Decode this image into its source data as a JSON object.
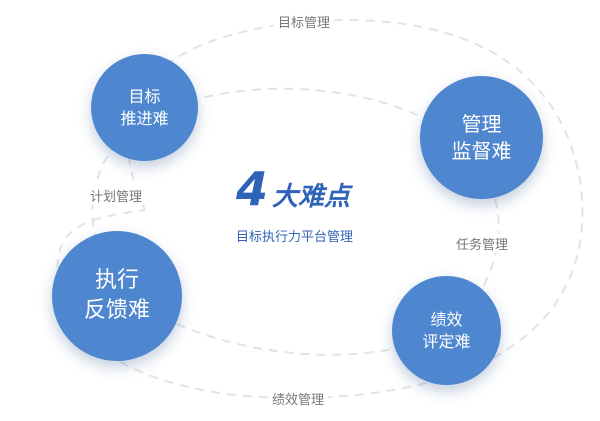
{
  "nodes": {
    "goal": {
      "line1": "目标",
      "line2": "推进难"
    },
    "management": {
      "line1": "管理",
      "line2": "监督难"
    },
    "execution": {
      "line1": "执行",
      "line2": "反馈难"
    },
    "performance": {
      "line1": "绩效",
      "line2": "评定难"
    }
  },
  "edges": {
    "top": "目标管理",
    "left": "计划管理",
    "right": "任务管理",
    "bottom": "绩效管理"
  },
  "center": {
    "number": "4",
    "title": "大难点",
    "subtitle": "目标执行力平台管理"
  },
  "colors": {
    "circle": "#4e86cf",
    "accent_text": "#2f63b7",
    "dashed_line": "#e3e3e3",
    "label_text": "#777777"
  }
}
